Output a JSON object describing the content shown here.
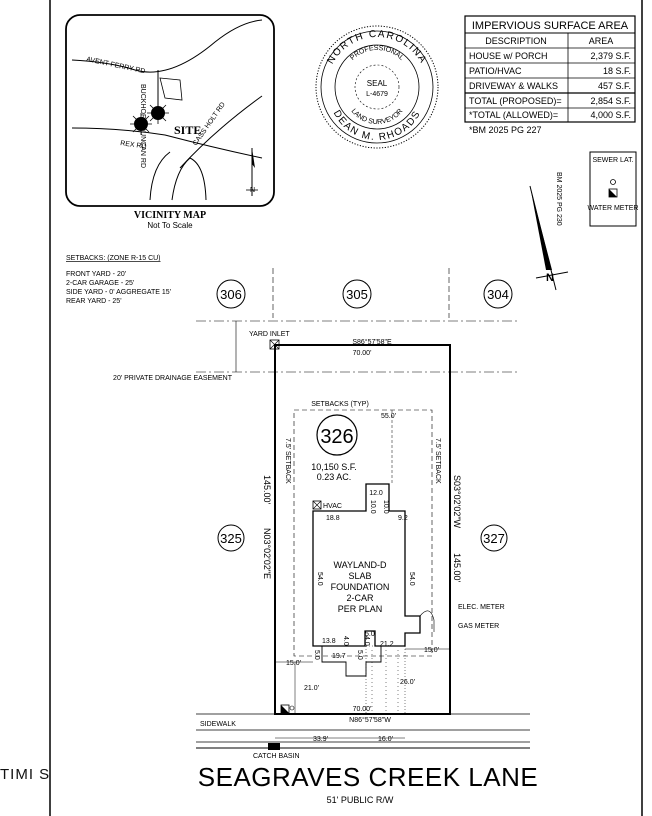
{
  "vicinity": {
    "title": "VICINITY MAP",
    "subtitle": "Not To Scale",
    "roads": [
      "AVENT FERRY RD",
      "BUCKHORN DUNCAN RD",
      "REX RD",
      "CASS HOLT RD"
    ],
    "site_label": "SITE",
    "north_label": "N"
  },
  "seal": {
    "ring_text": "NORTH CAROLINA",
    "line1": "PROFESSIONAL",
    "center": "SEAL",
    "license": "L-4679",
    "line3": "LAND SURVEYOR",
    "name": "DEAN M. RHOADS"
  },
  "impervious": {
    "title": "IMPERVIOUS SURFACE AREA",
    "headers": [
      "DESCRIPTION",
      "AREA"
    ],
    "rows": [
      [
        "HOUSE w/ PORCH",
        "2,379 S.F."
      ],
      [
        "PATIO/HVAC",
        "18 S.F."
      ],
      [
        "DRIVEWAY & WALKS",
        "457 S.F."
      ],
      [
        "TOTAL (PROPOSED)=",
        "2,854 S.F."
      ],
      [
        "*TOTAL (ALLOWED)=",
        "4,000 S.F."
      ]
    ],
    "note": "*BM 2025 PG 227"
  },
  "legend": {
    "sewer": "SEWER LAT.",
    "water": "WATER METER"
  },
  "north_arrow": {
    "ref": "BM 2025 PG 230",
    "label": "N"
  },
  "setbacks": {
    "title": "SETBACKS: (ZONE R-15 CU)",
    "lines": [
      "FRONT YARD - 20'",
      "2-CAR GARAGE - 25'",
      "SIDE YARD - 0' AGGREGATE 15'",
      "REAR YARD - 25'"
    ]
  },
  "lots": {
    "lot306": "306",
    "lot305": "305",
    "lot304": "304",
    "lot325": "325",
    "lot327": "327",
    "subject": "326"
  },
  "plat": {
    "yard_inlet": "YARD INLET",
    "rear_bearing": "S86°57'58\"E",
    "rear_dist": "70.00'",
    "drainage": "20' PRIVATE DRAINAGE EASEMENT",
    "setbacks_typ": "SETBACKS (TYP)",
    "area_sf": "10,150 S.F.",
    "area_ac": "0.23 AC.",
    "left_dist": "145.00'",
    "left_bearing": "N03°02'02\"E",
    "right_bearing": "S03°02'02\"W",
    "right_dist": "145.00'",
    "side_setback_left": "7.5' SETBACK",
    "side_setback_right": "7.5' SETBACK",
    "rear_setback_dim": "55.0'",
    "hvac": "HVAC",
    "house_name": "WAYLAND-D",
    "house_line2": "SLAB",
    "house_line3": "FOUNDATION",
    "house_line4": "2-CAR",
    "house_line5": "PER PLAN",
    "dims": {
      "d12": "12.0",
      "d10a": "10.0",
      "d10b": "10.0",
      "d18_8": "18.8",
      "d9_2": "9.2",
      "d54a": "54.0",
      "d54b": "54.0",
      "d13_8": "13.8",
      "d4_0a": "4.0",
      "d4_0b": "4.0",
      "d5_0a": "5.0",
      "d5_0b": "5.0",
      "d5_0c": "5.0",
      "d19_7": "19.7",
      "d21_2": "21.2",
      "d15_left": "15.0'",
      "d15_right": "15.0'",
      "d21_0": "21.0'",
      "d26_0": "26.0'"
    },
    "elec_meter": "ELEC. METER",
    "gas_meter": "GAS METER",
    "front_dist": "70.00'",
    "front_bearing": "N86°57'58\"W",
    "sidewalk": "SIDEWALK",
    "d33_9": "33.9'",
    "d16_0": "16.0'",
    "catch_basin": "CATCH BASIN"
  },
  "street": {
    "name": "SEAGRAVES CREEK LANE",
    "rw": "51' PUBLIC R/W"
  },
  "watermark": "TIMI S"
}
